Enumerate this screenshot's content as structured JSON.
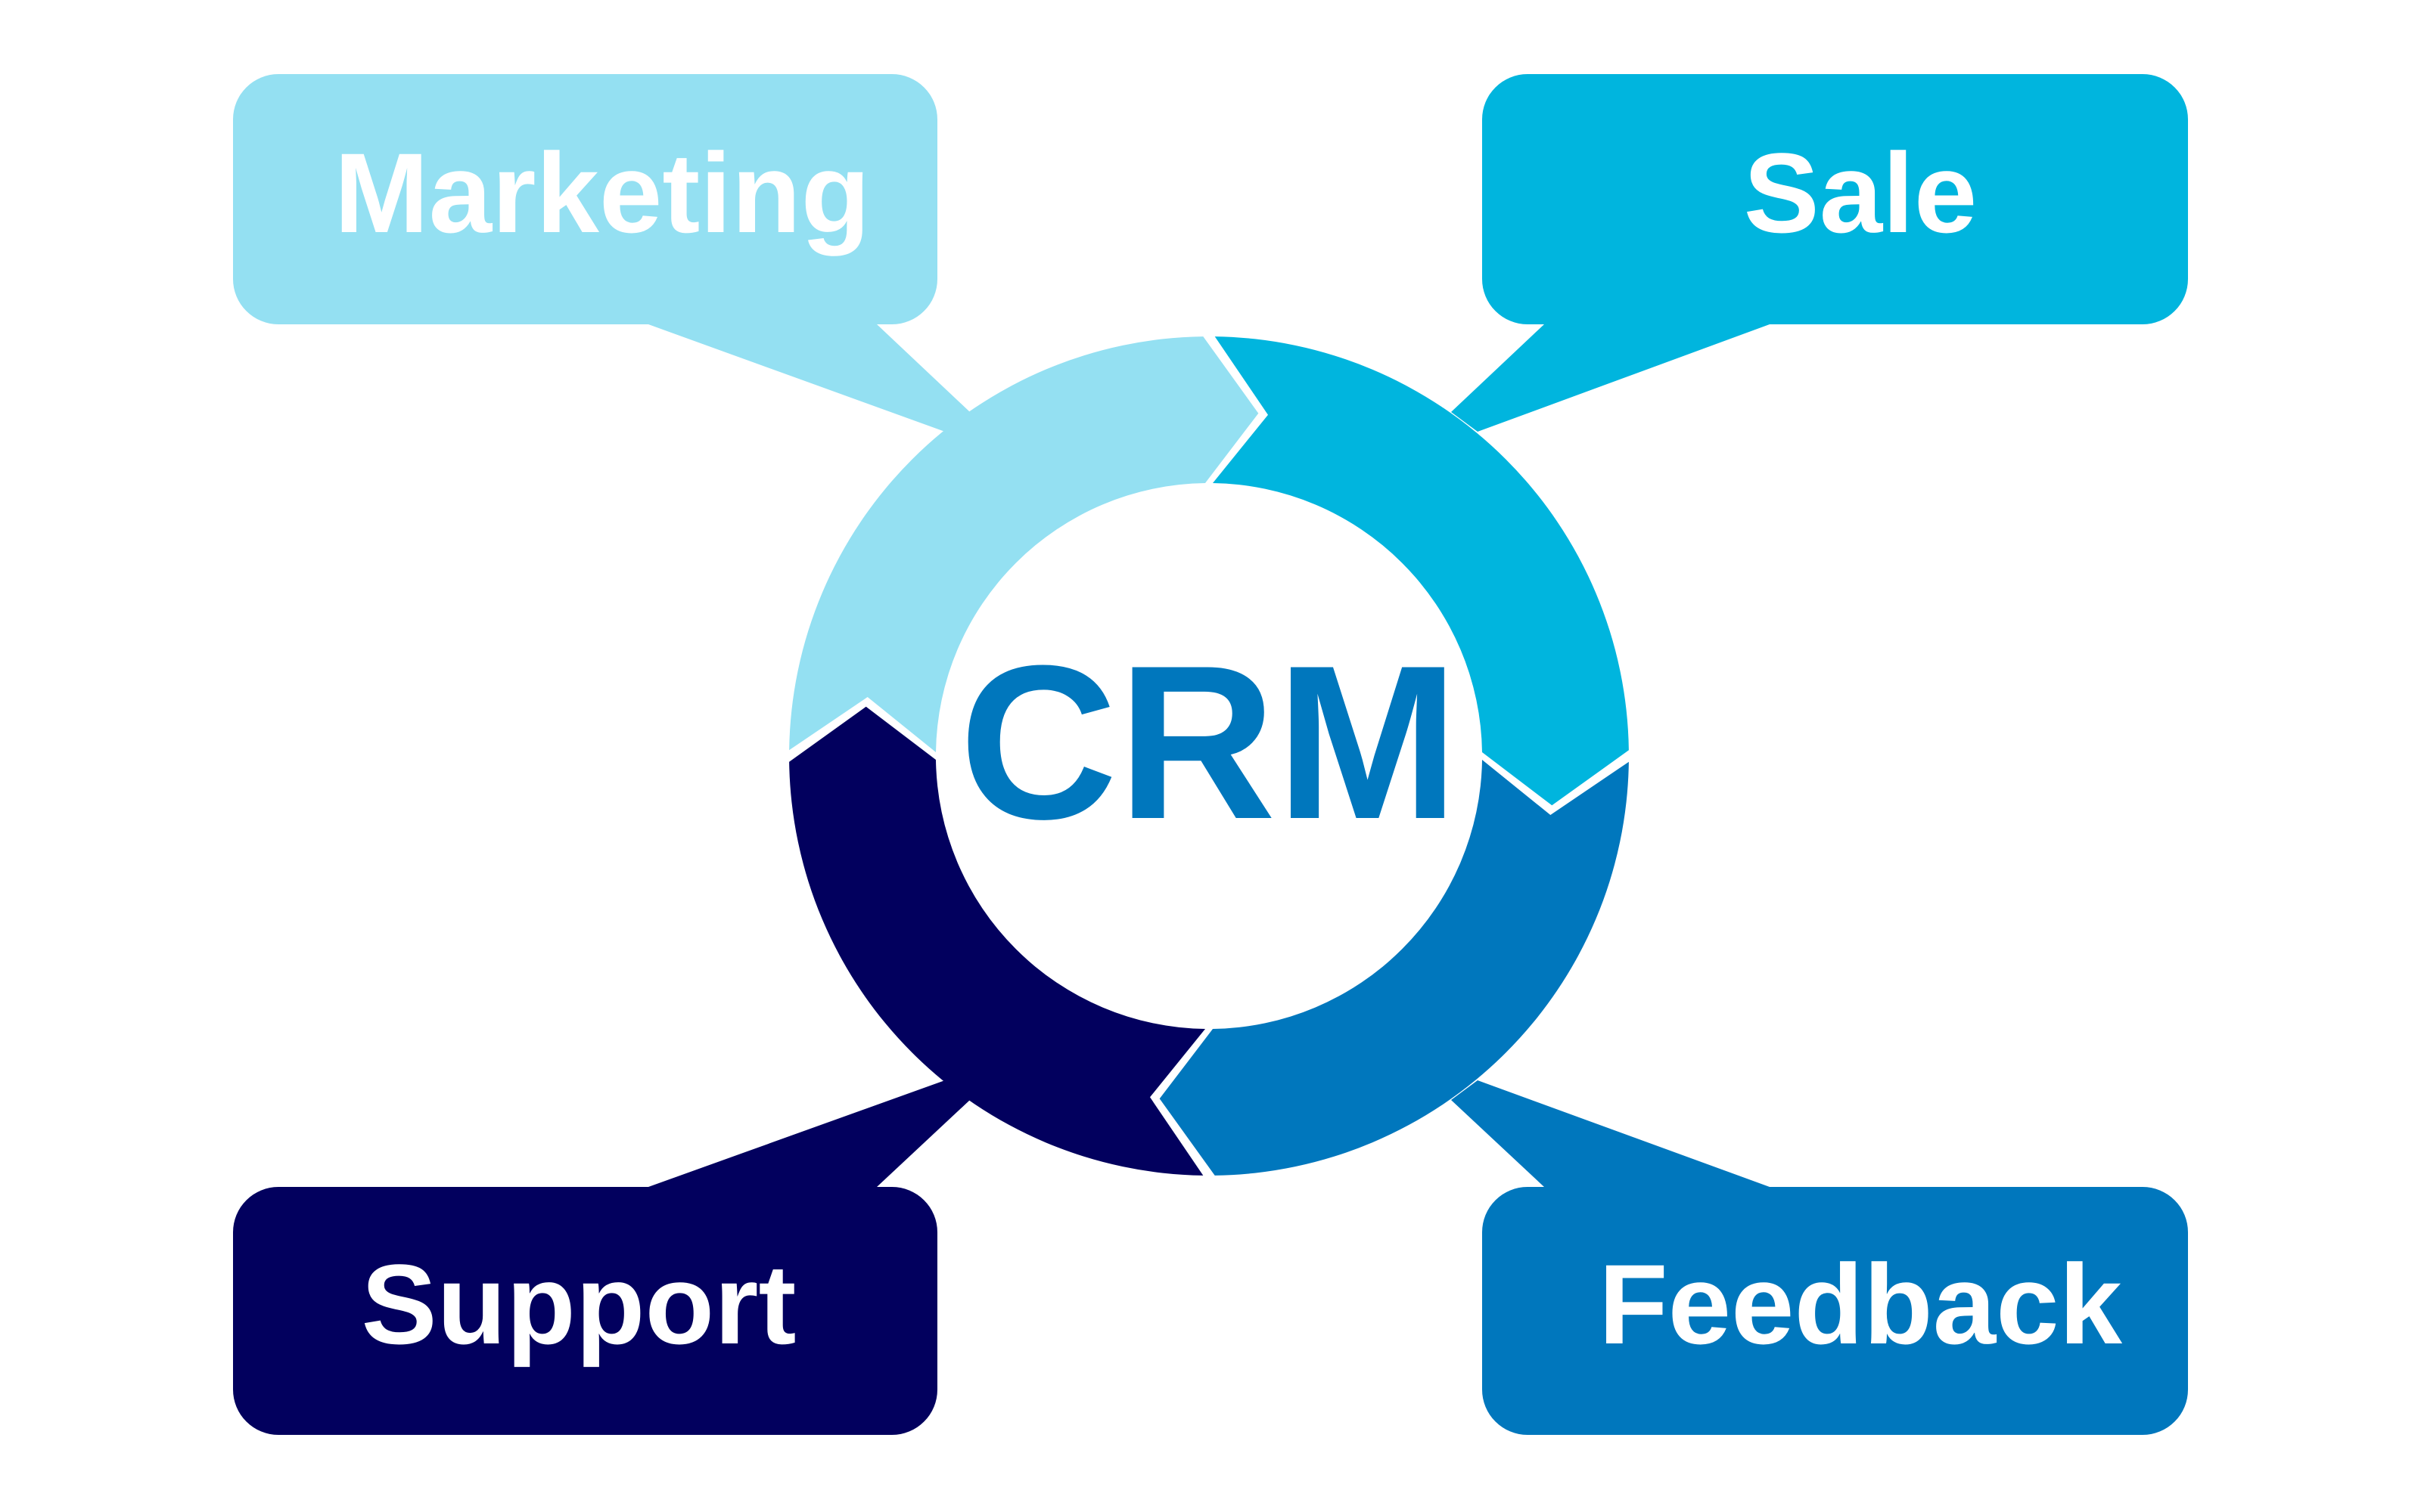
{
  "center": {
    "label": "CRM",
    "color": "#0077BD"
  },
  "stages": [
    {
      "id": "marketing",
      "label": "Marketing",
      "color": "#94E0F2"
    },
    {
      "id": "sale",
      "label": "Sale",
      "color": "#00B5DE"
    },
    {
      "id": "feedback",
      "label": "Feedback",
      "color": "#0077BD"
    },
    {
      "id": "support",
      "label": "Support",
      "color": "#02005E"
    }
  ]
}
